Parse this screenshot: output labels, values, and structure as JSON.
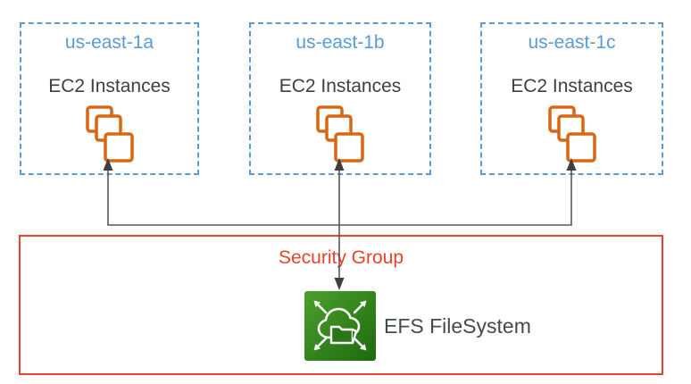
{
  "diagram": {
    "title_hint": "AWS EFS multi-AZ architecture diagram",
    "zones": [
      {
        "label": "us-east-1a",
        "sublabel": "EC2 Instances",
        "icon": "ec2-instances-stack-icon"
      },
      {
        "label": "us-east-1b",
        "sublabel": "EC2 Instances",
        "icon": "ec2-instances-stack-icon"
      },
      {
        "label": "us-east-1c",
        "sublabel": "EC2 Instances",
        "icon": "ec2-instances-stack-icon"
      }
    ],
    "security_group": {
      "label": "Security Group"
    },
    "efs": {
      "label": "EFS FileSystem",
      "icon": "efs-filesystem-icon"
    },
    "connections": [
      {
        "from": "efs-filesystem",
        "to": "us-east-1a-ec2",
        "arrow": "up"
      },
      {
        "from": "efs-filesystem",
        "to": "us-east-1b-ec2",
        "arrow": "up-and-down"
      },
      {
        "from": "efs-filesystem",
        "to": "us-east-1c-ec2",
        "arrow": "up"
      }
    ],
    "colors": {
      "zone_border": "#5B9BD5",
      "zone_label": "#5B9BD5",
      "ec2_label": "#404040",
      "ec2_icon_orange": "#D86613",
      "security_border": "#E8432A",
      "security_label": "#E8432A",
      "efs_green_light": "#4CA02C",
      "efs_green_dark": "#1D6A0F",
      "efs_label": "#454B4B",
      "connector_line": "#595959",
      "arrowhead": "#3F3F3F"
    }
  }
}
